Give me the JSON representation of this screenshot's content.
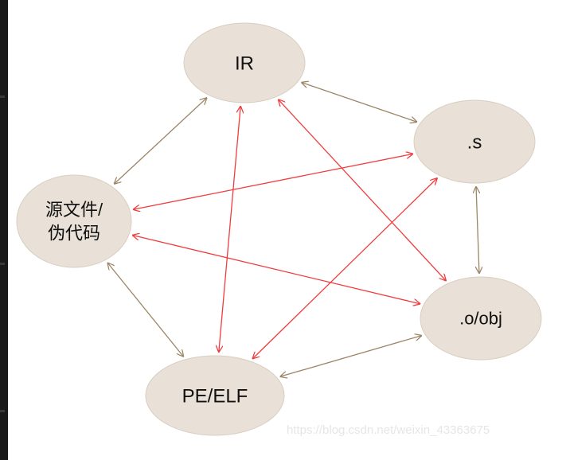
{
  "colors": {
    "node_fill": "#e9e1d8",
    "node_stroke": "#d8cdc0",
    "edge_brown": "#9b8565",
    "edge_red": "#f03c3c"
  },
  "nodes": [
    {
      "id": "ir",
      "label_lines": [
        "IR"
      ]
    },
    {
      "id": "s",
      "label_lines": [
        ".s"
      ]
    },
    {
      "id": "src",
      "label_lines": [
        "源文件/",
        "伪代码"
      ]
    },
    {
      "id": "obj",
      "label_lines": [
        ".o/obj"
      ]
    },
    {
      "id": "pe",
      "label_lines": [
        "PE/ELF"
      ]
    }
  ],
  "edges": [
    {
      "from": "ir",
      "to": "s",
      "color": "brown"
    },
    {
      "from": "ir",
      "to": "src",
      "color": "brown"
    },
    {
      "from": "src",
      "to": "pe",
      "color": "brown"
    },
    {
      "from": "pe",
      "to": "obj",
      "color": "brown"
    },
    {
      "from": "s",
      "to": "obj",
      "color": "brown"
    },
    {
      "from": "src",
      "to": "s",
      "color": "red"
    },
    {
      "from": "src",
      "to": "obj",
      "color": "red"
    },
    {
      "from": "ir",
      "to": "pe",
      "color": "red"
    },
    {
      "from": "ir",
      "to": "obj",
      "color": "red"
    },
    {
      "from": "s",
      "to": "pe",
      "color": "red"
    }
  ],
  "watermark": "https://blog.csdn.net/weixin_43363675"
}
